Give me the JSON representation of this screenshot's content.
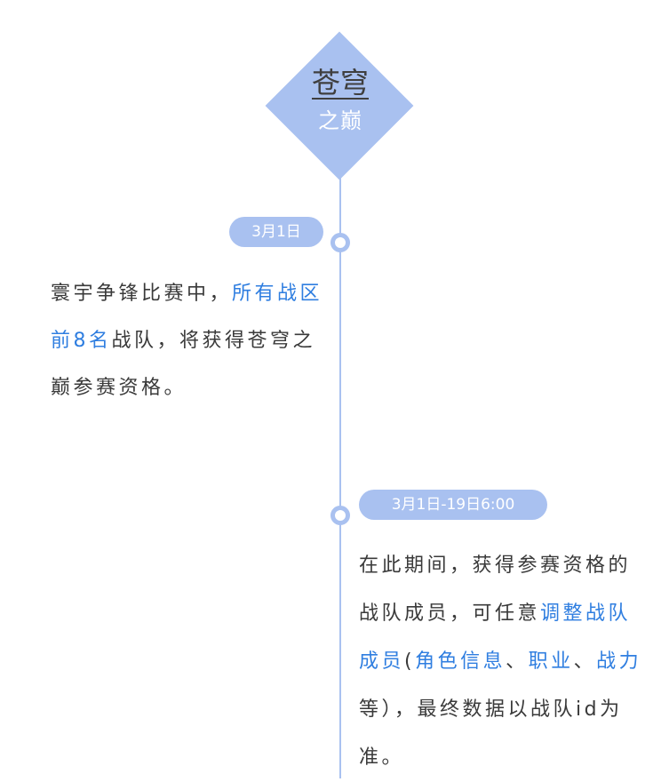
{
  "emblem": {
    "title": "苍穹",
    "subtitle": "之巅"
  },
  "events": [
    {
      "date": "3月1日",
      "desc": {
        "part1": "寰宇争锋比赛中，",
        "highlight1": "所有战区前8名",
        "part2": "战队，将获得苍穹之巅参赛资格。"
      }
    },
    {
      "date": "3月1日-19日6:00",
      "desc": {
        "part1": "在此期间，获得参赛资格的战队成员，可任意",
        "highlight1": "调整战队成员",
        "part2": "(",
        "highlight2": "角色信息",
        "part3": "、",
        "highlight3": "职业",
        "part4": "、",
        "highlight4": "战力",
        "part5": "等），最终数据以战队id为准。"
      }
    }
  ],
  "colors": {
    "accent": "#a9c1f0",
    "highlight": "#2f7ee0",
    "text": "#3a3a3a"
  }
}
